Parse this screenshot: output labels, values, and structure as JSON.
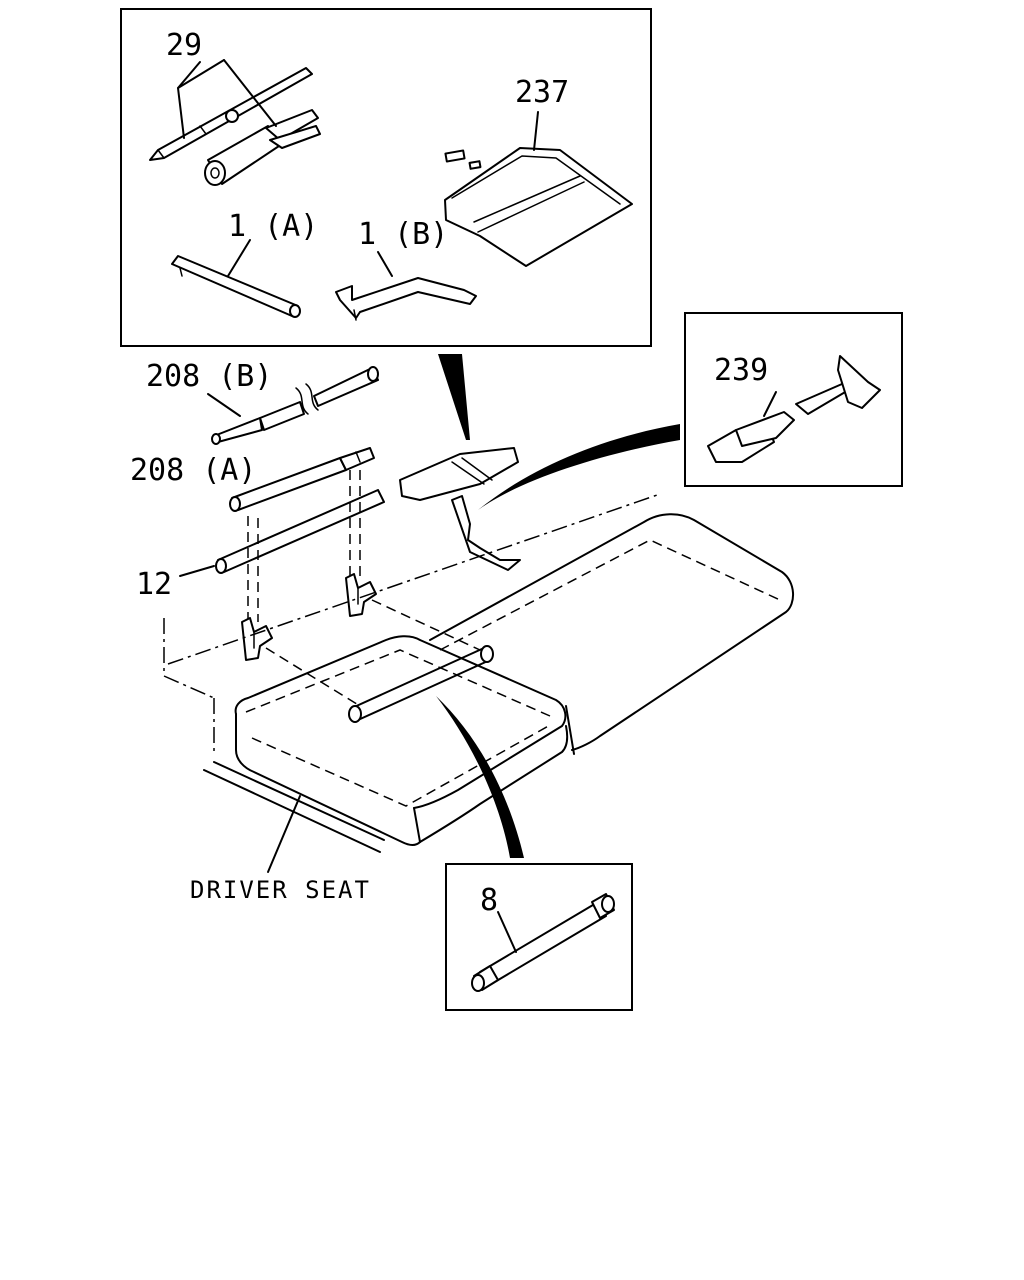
{
  "labels": {
    "wrench_set": "29",
    "tool_bag": "237",
    "handle_a": "1 (A)",
    "handle_b": "1 (B)",
    "bar_208b": "208 (B)",
    "bar_208a": "208 (A)",
    "bar_12": "12",
    "strap": "239",
    "wrench_8": "8",
    "driver_seat": "DRIVER SEAT"
  },
  "colors": {
    "ink": "#000000",
    "paper": "#ffffff"
  }
}
